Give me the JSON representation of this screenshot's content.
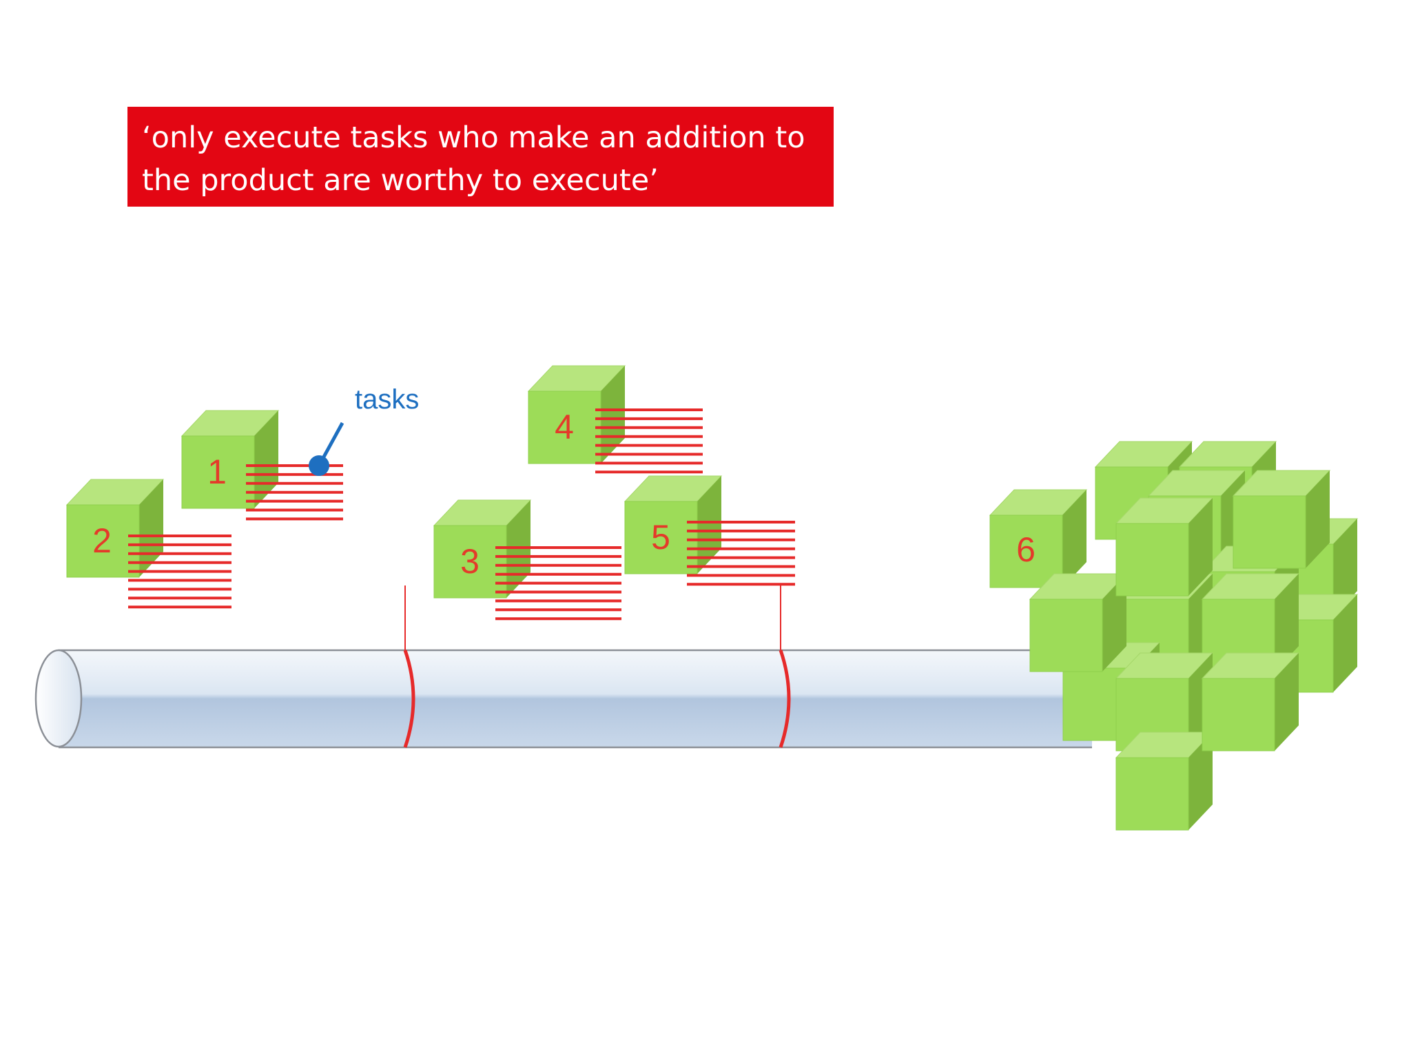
{
  "banner": {
    "line1": "‘only execute tasks who make an addition to",
    "line2": "the product are worthy to execute’"
  },
  "tasks_label": "tasks",
  "work_items": [
    {
      "number": "1",
      "task_lines": 7
    },
    {
      "number": "2",
      "task_lines": 9
    },
    {
      "number": "3",
      "task_lines": 9
    },
    {
      "number": "4",
      "task_lines": 8
    },
    {
      "number": "5",
      "task_lines": 8
    },
    {
      "number": "6",
      "task_lines": 0
    }
  ],
  "colors": {
    "banner_bg": "#e30613",
    "banner_text": "#ffffff",
    "cube_front": "#9ddc58",
    "cube_top": "#b7e57e",
    "cube_side": "#7db43c",
    "task_line": "#e62a2a",
    "number_text": "#e43a2a",
    "tasks_label": "#1e6fc0",
    "pipe_fill": "#dbe6f2",
    "pipe_shadow": "#b1c5de",
    "pipe_outline": "#8b8f96"
  },
  "icons": [
    "task-pin-icon"
  ]
}
